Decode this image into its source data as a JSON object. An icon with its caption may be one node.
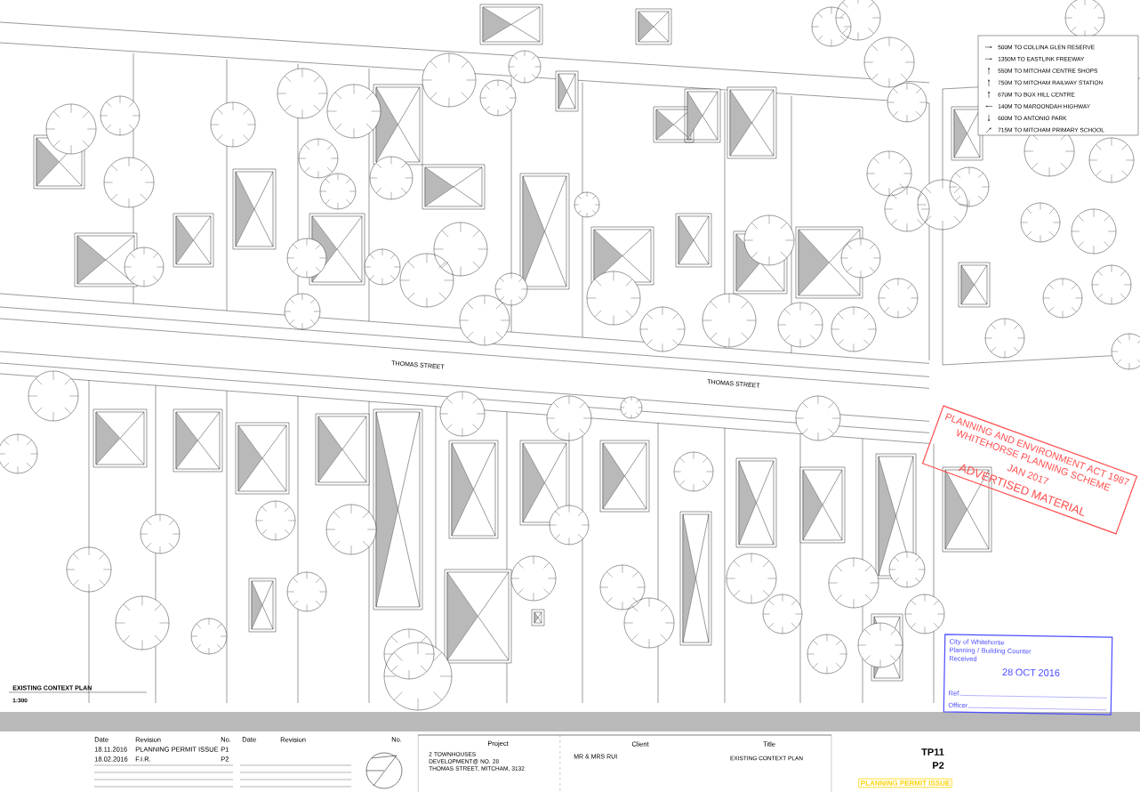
{
  "diagram": {
    "title": "EXISTING CONTEXT PLAN",
    "nodes": [
      {
        "text": [
          "PLANNING AND ENVIRONMENT ACT 1987",
          "WHITEHORSE PLANNING SCHEME",
          "JAN 2017",
          "ADVERTISED MATERIAL"
        ]
      },
      {
        "text": [
          "City of Whitehorse",
          "Planning / Building Counter",
          "Received",
          "28 OCT 2016",
          "Ref.",
          "Officer"
        ]
      },
      {
        "text": [
          "PLANNING PERMIT ISSUE"
        ]
      }
    ],
    "labels": [
      "THOMAS STREET",
      "THOMAS STREET",
      "1:300",
      "Date",
      "Revision",
      "No.",
      "18.11.2016",
      "PLANNING PERMIT ISSUE",
      "P1",
      "18.02.2016",
      "F.I.R.",
      "P2",
      "Date",
      "Revision",
      "No.",
      "Project",
      "2 TOWNHOUSES DEVELOPMENT@ NO. 28 THOMAS STREET, MITCHAM, 3132",
      "Client",
      "MR & MRS RUI",
      "Title",
      "EXISTING CONTEXT PLAN",
      "TP11",
      "P2"
    ],
    "legend": [
      {
        "text": "500M TO COLLINA GLEN RESERVE"
      },
      {
        "text": "1350M TO EASTLINK FREEWAY"
      },
      {
        "text": "550M TO MITCHAM CENTRE SHOPS"
      },
      {
        "text": "750M TO MITCHAM RAILWAY STATION"
      },
      {
        "text": "670M TO BOX HILL CENTRE"
      },
      {
        "text": "140M TO MAROONDAH HIGHWAY"
      },
      {
        "text": "600M TO ANTONIO PARK"
      },
      {
        "text": "715M TO MITCHAM PRIMARY SCHOOL"
      }
    ]
  }
}
